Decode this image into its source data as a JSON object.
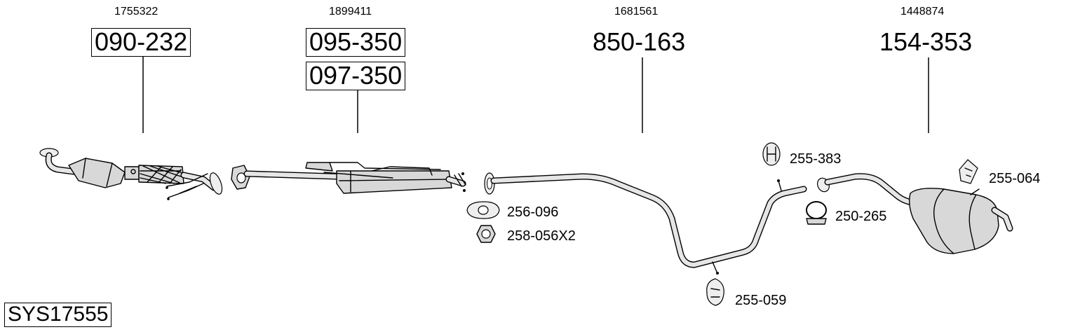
{
  "system_code": "SYS17555",
  "sections": [
    {
      "oe": "1755322",
      "parts": [
        "090-232"
      ],
      "boxed": true
    },
    {
      "oe": "1899411",
      "parts": [
        "095-350",
        "097-350"
      ],
      "boxed": true
    },
    {
      "oe": "1681561",
      "parts": [
        "850-163"
      ],
      "boxed": false
    },
    {
      "oe": "1448874",
      "parts": [
        "154-353"
      ],
      "boxed": false
    }
  ],
  "accessories": [
    {
      "code": "255-383",
      "icon": "rubber-hanger-ring-icon"
    },
    {
      "code": "255-064",
      "icon": "rubber-mount-icon"
    },
    {
      "code": "256-096",
      "icon": "flange-gasket-icon"
    },
    {
      "code": "258-056X2",
      "icon": "hex-nut-icon"
    },
    {
      "code": "250-265",
      "icon": "pipe-clamp-icon"
    },
    {
      "code": "255-059",
      "icon": "rubber-mount-icon"
    }
  ]
}
